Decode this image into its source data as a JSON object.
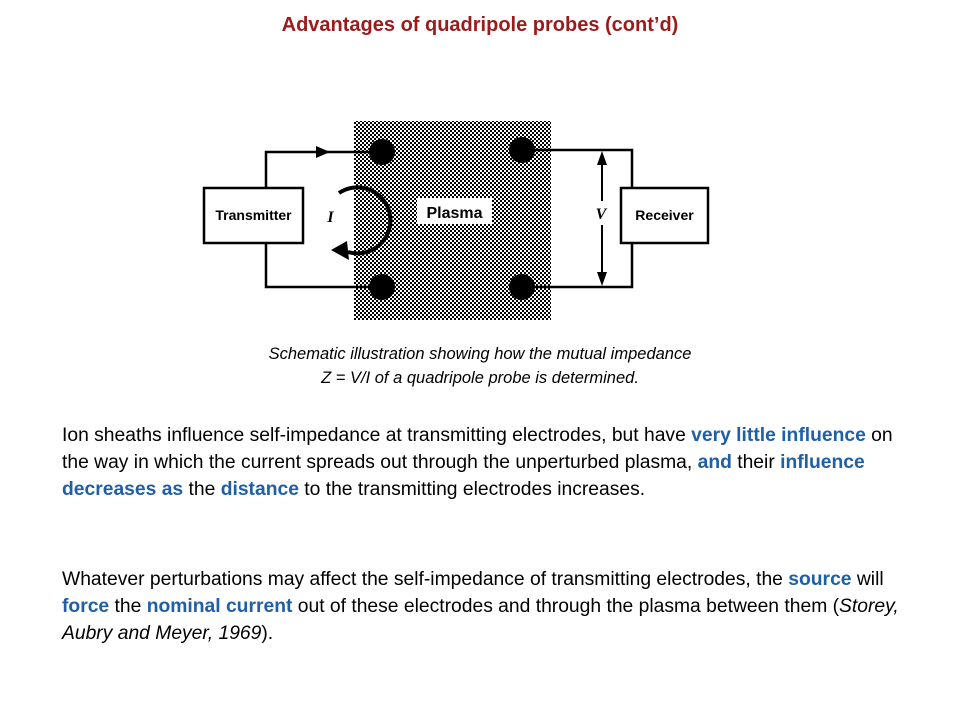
{
  "title": "Advantages of quadripole probes (cont’d)",
  "diagram": {
    "transmitter_label": "Transmitter",
    "plasma_label": "Plasma",
    "receiver_label": "Receiver",
    "current_symbol": "I",
    "voltage_symbol": "V"
  },
  "caption": {
    "line1": "Schematic illustration showing how the mutual impedance",
    "line2": "Z = V/I of a quadripole probe is determined."
  },
  "paragraph1": {
    "t1": "Ion sheaths influence self-impedance at transmitting electrodes, but have ",
    "h1": "very little influence",
    "t2": " on the way in which the current spreads out through the unperturbed plasma, ",
    "h2": "and",
    "t3": " their ",
    "h3": "influence decreases as",
    "t4": " the ",
    "h4": "distance",
    "t5": " to the transmitting electrodes increases."
  },
  "paragraph2": {
    "t1": "Whatever perturbations may affect the self-impedance of transmitting electrodes, the ",
    "h1": "source",
    "t2": " will ",
    "h2": "force",
    "t3": " the ",
    "h3": "nominal current",
    "t4": " out of these electrodes and through the plasma between them (",
    "i1": "Storey, Aubry and Meyer, 1969",
    "t5": ")."
  }
}
